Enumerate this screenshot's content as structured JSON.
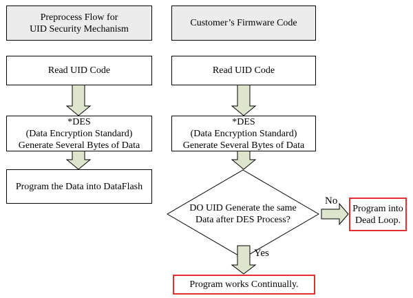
{
  "left": {
    "header": [
      "Preprocess Flow for",
      "UID Security Mechanism"
    ],
    "read": "Read UID Code",
    "des": [
      "*DES",
      "(Data Encryption Standard)",
      "Generate  Several Bytes of Data"
    ],
    "program": "Program the Data into DataFlash"
  },
  "right": {
    "header": "Customer’s Firmware Code",
    "read": "Read UID Code",
    "des": [
      "*DES",
      "(Data Encryption Standard)",
      "Generate  Several Bytes of Data"
    ],
    "decision": [
      "DO UID Generate the same",
      "Data after DES Process?"
    ],
    "no_label": "No",
    "dead_loop": [
      "Program into",
      "Dead Loop."
    ],
    "yes_label": "Yes",
    "works": "Program works Continually."
  },
  "colors": {
    "arrow_fill": "#dde5cc",
    "header_fill": "#ececec",
    "terminal_border": "#e03030"
  }
}
